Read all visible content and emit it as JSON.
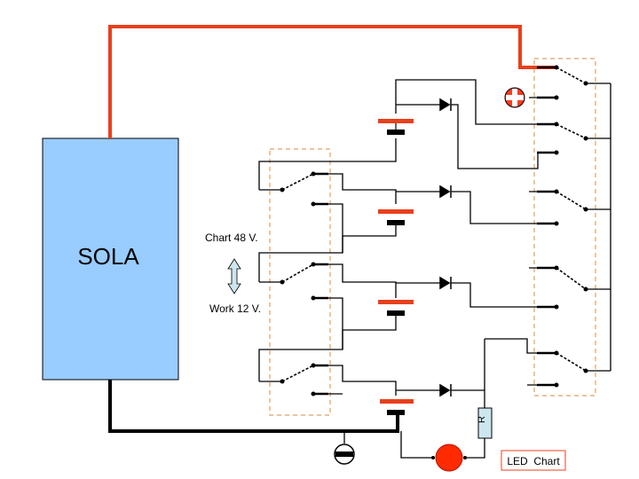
{
  "diagram": {
    "solar_panel_label": "SOLA",
    "mode_charge_label": "Chart 48 V.",
    "mode_work_label": "Work 12 V.",
    "resistor_label": "R",
    "led_label": "LED  Chart",
    "colors": {
      "positive_wire": "#e8401c",
      "negative_wire": "#000000",
      "solar_panel_fill": "#99ccff",
      "battery_plate_positive": "#e8401c",
      "switch_group_border": "#e0a060",
      "led_fill": "#ff2a00",
      "resistor_fill": "#cce6ee",
      "mode_arrow_fill": "#cce6ee",
      "led_label_border": "#e8401c"
    },
    "icons": [
      "plus-terminal-icon",
      "minus-terminal-icon",
      "diode-icon",
      "battery-icon",
      "double-arrow-icon"
    ]
  }
}
